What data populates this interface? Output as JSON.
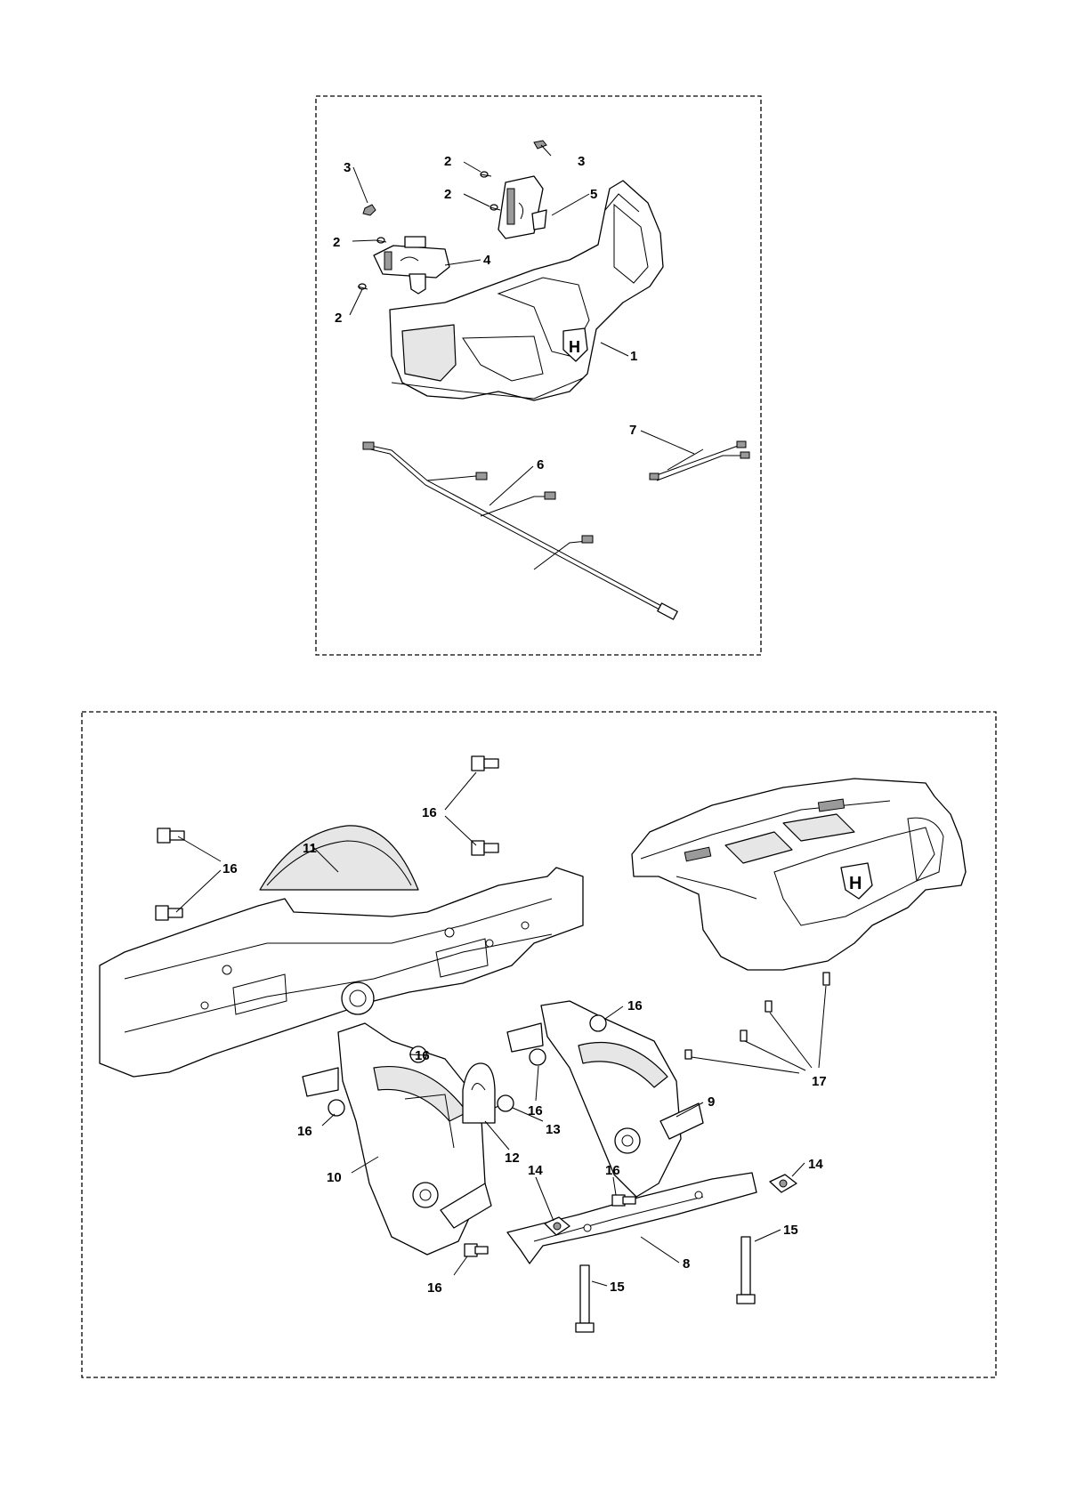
{
  "callouts": {
    "c1": "1",
    "c2a": "2",
    "c2b": "2",
    "c2c": "2",
    "c2d": "2",
    "c3a": "3",
    "c3b": "3",
    "c4": "4",
    "c5": "5",
    "c6": "6",
    "c7": "7",
    "c8": "8",
    "c9": "9",
    "c10": "10",
    "c11": "11",
    "c12": "12",
    "c13": "13",
    "c14a": "14",
    "c14b": "14",
    "c15a": "15",
    "c15b": "15",
    "c16a": "16",
    "c16b": "16",
    "c16c": "16",
    "c16d": "16",
    "c16e": "16",
    "c16f": "16",
    "c16g": "16",
    "c16h": "16",
    "c17": "17"
  },
  "logo": {
    "letter": "H"
  }
}
